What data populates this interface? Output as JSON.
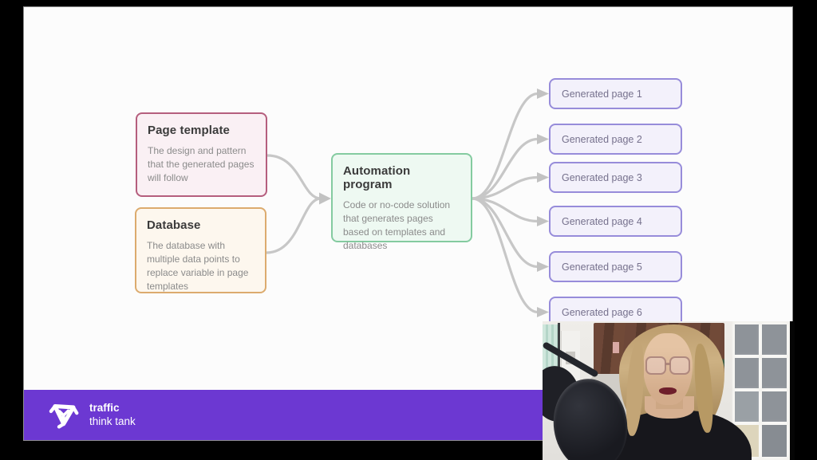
{
  "slide": {
    "nodes": {
      "page_template": {
        "title": "Page template",
        "body": "The design and pattern that the generated pages will follow"
      },
      "database": {
        "title": "Database",
        "body": "The database with multiple data points to replace variable in page templates"
      },
      "automation": {
        "title": "Automation program",
        "body": "Code or no-code solution that generates pages based on templates and databases"
      },
      "outputs": [
        {
          "label": "Generated page 1"
        },
        {
          "label": "Generated page 2"
        },
        {
          "label": "Generated page 3"
        },
        {
          "label": "Generated page 4"
        },
        {
          "label": "Generated page 5"
        },
        {
          "label": "Generated page 6"
        }
      ]
    },
    "colors": {
      "page_template_border": "#b55e7d",
      "page_template_bg": "#faf0f4",
      "database_border": "#dcab6e",
      "database_bg": "#fdf7ee",
      "automation_border": "#84cba0",
      "automation_bg": "#eef9f2",
      "output_border": "#978cda",
      "output_bg": "#f3f1fb",
      "connector": "#c7c7c7",
      "footer_bg": "#6c38d2"
    },
    "footer": {
      "brand_top": "traffic",
      "brand_bottom": "think tank",
      "logo": "traffic-think-tank-knot-logo"
    }
  }
}
